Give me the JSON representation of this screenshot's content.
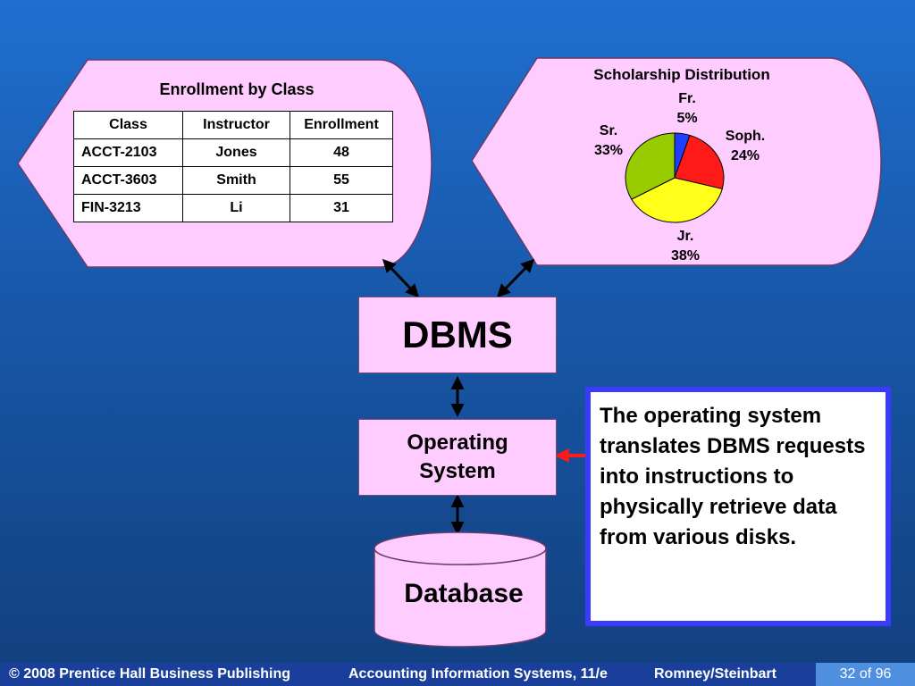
{
  "enrollment": {
    "title": "Enrollment by Class",
    "columns": [
      "Class",
      "Instructor",
      "Enrollment"
    ],
    "rows": [
      [
        "ACCT-2103",
        "Jones",
        "48"
      ],
      [
        "ACCT-3603",
        "Smith",
        "55"
      ],
      [
        "FIN-3213",
        "Li",
        "31"
      ]
    ]
  },
  "chart_data": {
    "type": "pie",
    "title": "Scholarship Distribution",
    "slices": [
      {
        "name": "Fr.",
        "label": "5%",
        "value": 5,
        "color": "#1f3fff"
      },
      {
        "name": "Soph.",
        "label": "24%",
        "value": 24,
        "color": "#ff1a1a"
      },
      {
        "name": "Jr.",
        "label": "38%",
        "value": 38,
        "color": "#ffff1a"
      },
      {
        "name": "Sr.",
        "label": "33%",
        "value": 33,
        "color": "#99cc00"
      }
    ]
  },
  "dbms": {
    "label": "DBMS"
  },
  "os": {
    "line1": "Operating",
    "line2": "System"
  },
  "database": {
    "label": "Database"
  },
  "note": {
    "text": "The operating system translates DBMS requests into instructions to physically retrieve data from various disks."
  },
  "footer": {
    "copyright": "© 2008 Prentice Hall Business Publishing",
    "book": "Accounting Information Systems, 11/e",
    "authors": "Romney/Steinbart",
    "page": "32 of 96"
  },
  "colors": {
    "panel": "#ffccff",
    "note_border": "#3b3bff",
    "arrow_red": "#ff1a1a"
  }
}
